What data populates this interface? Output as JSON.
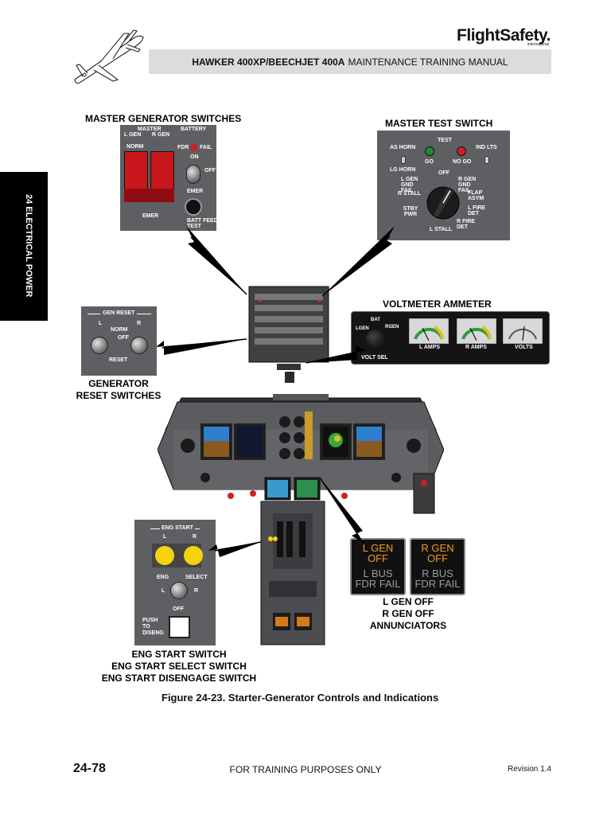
{
  "header": {
    "brand": "FlightSafety.",
    "brand_sub": "international",
    "manual_bold": "HAWKER 400XP/BEECHJET 400A",
    "manual_rest": "MAINTENANCE TRAINING MANUAL"
  },
  "side_tab": "24  ELECTRICAL POWER",
  "master_generator": {
    "title": "MASTER GENERATOR SWITCHES",
    "master": "MASTER",
    "battery": "BATTERY",
    "l_gen": "L GEN",
    "r_gen": "R GEN",
    "norm": "NORM",
    "emer_left": "EMER",
    "fdr": "FDR",
    "fail": "FAIL",
    "on": "ON",
    "off_vertical": "OFF",
    "emer": "EMER",
    "batt_feed_test": "BATT FEED TEST"
  },
  "master_test": {
    "title": "MASTER TEST SWITCH",
    "test": "TEST",
    "as_horn": "AS HORN",
    "ind_lts": "IND LTS",
    "go": "GO",
    "no_go": "NO GO",
    "lg_horn": "LG HORN",
    "off": "OFF",
    "l_gen_gnd_fail": "L GEN GND FAIL",
    "r_gen_gnd_fail": "R GEN GND FAIL",
    "r_stall": "R STALL",
    "flap_asym": "FLAP ASYM",
    "stby_pwr": "STBY PWR",
    "l_fire_det": "L FIRE DET",
    "r_fire_det": "R FIRE DET",
    "l_stall": "L STALL"
  },
  "gen_reset": {
    "head": "GEN RESET",
    "l": "L",
    "r": "R",
    "norm": "NORM",
    "off": "OFF",
    "reset": "RESET",
    "caption_line1": "GENERATOR",
    "caption_line2": "RESET SWITCHES"
  },
  "voltmeter": {
    "title": "VOLTMETER AMMETER",
    "bat": "BAT",
    "lgen": "LGEN",
    "rgen": "RGEN",
    "volt_sel": "VOLT SEL",
    "l_amps": "L AMPS",
    "r_amps": "R AMPS",
    "volts": "VOLTS"
  },
  "eng_start": {
    "head": "ENG START",
    "l": "L",
    "r": "R",
    "eng": "ENG",
    "select": "SELECT",
    "sel_l": "L",
    "sel_r": "R",
    "off": "OFF",
    "push_to_diseng": "PUSH TO DISENG",
    "caption_line1": "ENG START SWITCH",
    "caption_line2": "ENG START SELECT SWITCH",
    "caption_line3": "ENG START DISENGAGE SWITCH"
  },
  "annunciators": {
    "left_on_1": "L GEN",
    "left_on_2": "OFF",
    "left_off_1": "L BUS",
    "left_off_2": "FDR FAIL",
    "right_on_1": "R GEN",
    "right_on_2": "OFF",
    "right_off_1": "R BUS",
    "right_off_2": "FDR FAIL",
    "caption_line1": "L GEN OFF",
    "caption_line2": "R GEN OFF",
    "caption_line3": "ANNUNCIATORS"
  },
  "figure_caption": "Figure 24-23.   Starter-Generator Controls and Indications",
  "footer": {
    "page": "24-78",
    "center": "FOR TRAINING PURPOSES ONLY",
    "revision": "Revision 1.4"
  },
  "colors": {
    "panel_gray": "#5d5f62",
    "annunciator_amber": "#f29b1a",
    "eng_start_yellow": "#f6d20c",
    "gen_switch_red": "#c8161d",
    "go_green": "#1f8a3a",
    "no_go_red": "#d02020"
  }
}
